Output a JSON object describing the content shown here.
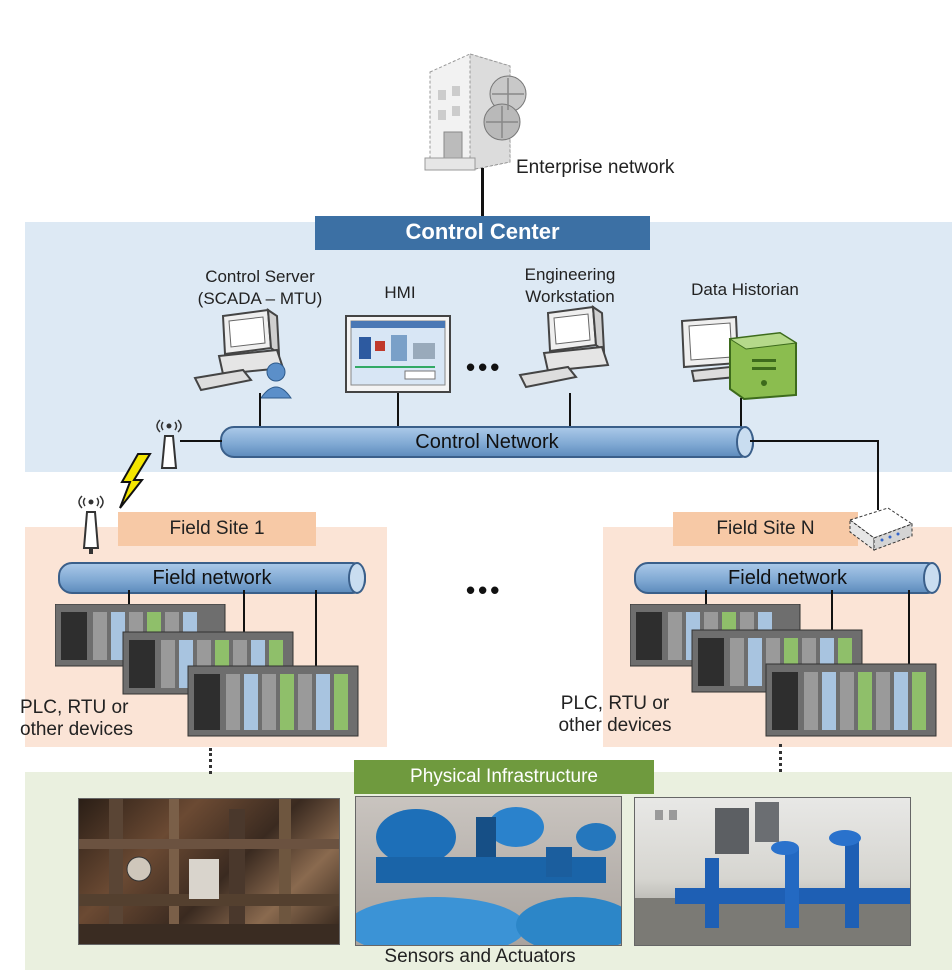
{
  "enterprise": {
    "label": "Enterprise network"
  },
  "control_center": {
    "title": "Control Center",
    "control_server_label": "Control Server\n(SCADA – MTU)",
    "hmi_label": "HMI",
    "engineering_label": "Engineering\nWorkstation",
    "historian_label": "Data Historian",
    "network_label": "Control Network",
    "ellipsis": "•••"
  },
  "field_site_1": {
    "title": "Field Site 1",
    "network_label": "Field network",
    "devices_label": "PLC, RTU or\nother devices"
  },
  "field_site_n": {
    "title": "Field Site N",
    "network_label": "Field network",
    "devices_label": "PLC, RTU or\nother devices"
  },
  "sites_ellipsis": "•••",
  "physical": {
    "title": "Physical Infrastructure",
    "caption": "Sensors and Actuators"
  },
  "colors": {
    "control_banner": "#3c70a4",
    "field_tag": "#f7c9a6",
    "physical_tag": "#6f9a3e",
    "control_zone": "#dde9f4",
    "field_zone": "#fbe4d6",
    "physical_zone": "#eaf0df"
  }
}
